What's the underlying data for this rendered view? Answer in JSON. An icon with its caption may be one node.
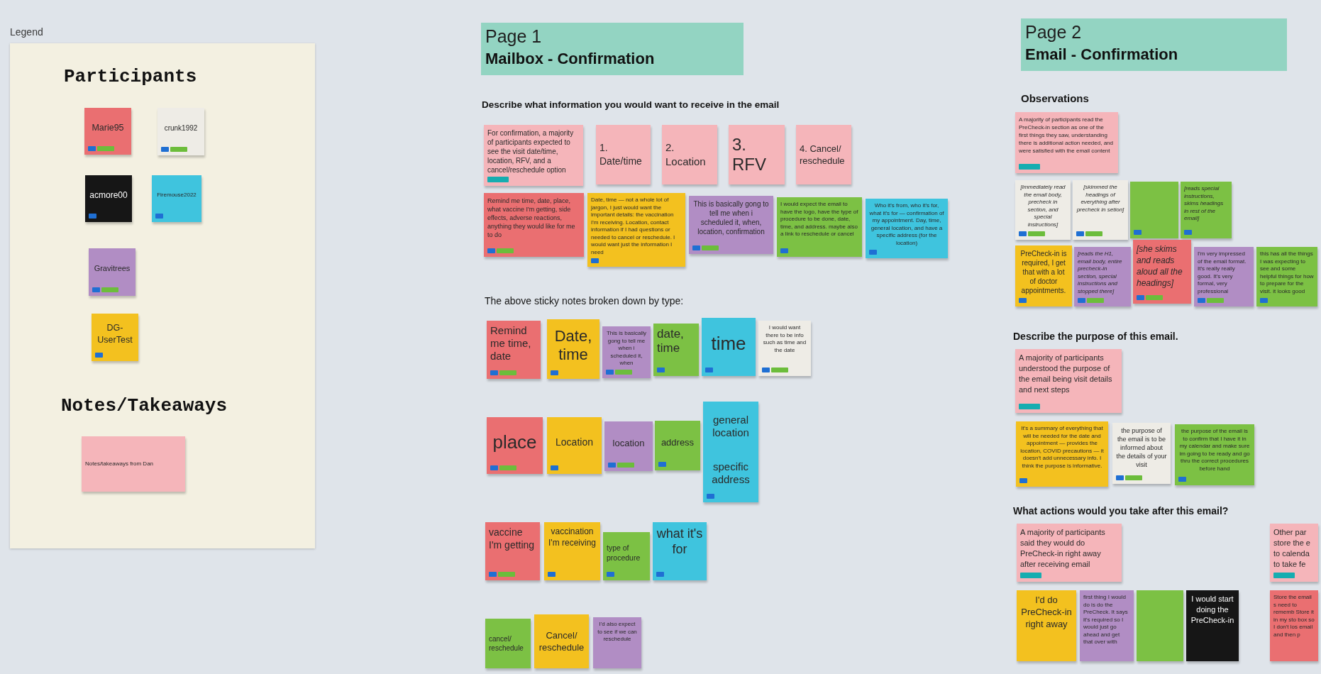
{
  "diagram": {
    "nodes": [
      {
        "text": [
          "Legend",
          "Participants",
          "Notes/Takeaways"
        ]
      },
      {
        "text": [
          "Page 1",
          "Mailbox - Confirmation"
        ]
      },
      {
        "text": [
          "For confirmation, a majority of participants expected to see the visit date/time, location, RFV, and a cancel/reschedule option"
        ]
      },
      {
        "text": [
          "1. Date/time"
        ]
      },
      {
        "text": [
          "2. Location"
        ]
      },
      {
        "text": [
          "3. RFV"
        ]
      },
      {
        "text": [
          "4. Cancel/ reschedule"
        ]
      },
      {
        "text": [
          "Remind me time, date, place, what vaccine I'm getting, side effects, adverse reactions, anything they would like for me to do"
        ]
      },
      {
        "text": [
          "Date, time — not a whole lot of jargon, I just would want the important details: the vaccination I'm receiving. Location, contact information if I had questions or needed to cancel or reschedule. I would want just the information I need"
        ]
      },
      {
        "text": [
          "This is basically gong to tell me when i scheduled it, when, location, confirmation"
        ]
      },
      {
        "text": [
          "I would expect the email to have the logo, have the type of procedure to be done, date, time, and address. maybe also a link to reschedule or cancel"
        ]
      },
      {
        "text": [
          "Who it's from, who it's for, what it's for — confirmation of my appointment. Day, time, general location, and have a specific address (for the location)"
        ]
      },
      {
        "text": [
          "Remind me time, date"
        ]
      },
      {
        "text": [
          "Date, time"
        ]
      },
      {
        "text": [
          "This is basically gong to tell me when i scheduled it, when"
        ]
      },
      {
        "text": [
          "date, time"
        ]
      },
      {
        "text": [
          "time"
        ]
      },
      {
        "text": [
          "I would want there to be info such as time and the date"
        ]
      },
      {
        "text": [
          "place"
        ]
      },
      {
        "text": [
          "Location"
        ]
      },
      {
        "text": [
          "location"
        ]
      },
      {
        "text": [
          "address"
        ]
      },
      {
        "text": [
          "general location"
        ]
      },
      {
        "text": [
          "specific address"
        ]
      },
      {
        "text": [
          "vaccine I'm getting"
        ]
      },
      {
        "text": [
          "vaccination I'm receiving"
        ]
      },
      {
        "text": [
          "type of procedure"
        ]
      },
      {
        "text": [
          "what it's for"
        ]
      },
      {
        "text": [
          "cancel/ reschedule"
        ]
      },
      {
        "text": [
          "Cancel/ reschedule"
        ]
      },
      {
        "text": [
          "I'd also expect to see if we can reschedule"
        ]
      },
      {
        "text": [
          "Page 2",
          "Email - Confirmation"
        ]
      },
      {
        "text": [
          "A majority of participants read the PreCheck-in section as one of the first things they saw, understanding there is additional action needed, and were satisfied with the email content"
        ]
      },
      {
        "text": [
          "[immediately read the email body, precheck in section, and special instructions]"
        ]
      },
      {
        "text": [
          "[skimmed the headings of everything after precheck in setion]"
        ]
      },
      {
        "text": [],
        "shape": "box"
      },
      {
        "text": [
          "[reads special instructions, skims headings in rest of the email]"
        ]
      },
      {
        "text": [
          "PreCheck-in is required, I get that with a lot of doctor appointments."
        ]
      },
      {
        "text": [
          "[reads the H1, email body, entire precheck-in section, special instructions and stopped there]"
        ]
      },
      {
        "text": [
          "[she skims and reads aloud all the headings]"
        ]
      },
      {
        "text": [
          "I'm very impressed of the email format. It's really really good. It's very formal, very professional"
        ]
      },
      {
        "text": [
          "this has all the things I was expecting to see and some helpful things for how to prepare for the visit. it looks good"
        ]
      },
      {
        "text": [
          "A majority of participants understood the purpose of the email being visit details and next steps"
        ]
      },
      {
        "text": [
          "It's a summary of everything that will be needed for the date and appointment — provides the location, COVID precautions — it doesn't add unnecessary info. I think the purpose is informative."
        ]
      },
      {
        "text": [
          "the purpose of the email is to be informed about the details of your visit"
        ]
      },
      {
        "text": [
          "the purpose of the email is to confirm that I have it in my calendar and make sure im going to be ready and go thru the correct procedures before hand"
        ]
      },
      {
        "text": [
          "A majority of participants said they would do PreCheck-in right away after receiving email"
        ]
      },
      {
        "text": [
          "Other par store the e to calenda to take fe"
        ]
      },
      {
        "text": [
          "I'd do PreCheck-in right away"
        ]
      },
      {
        "text": [
          "first thing I would do is do the PreCheck. It says it's required so I would just go ahead and get that over with"
        ]
      },
      {
        "text": [],
        "shape": "box"
      },
      {
        "text": [
          "I would start doing the PreCheck-in"
        ]
      },
      {
        "text": [
          "Store the email s need to rememb Store it in my sto box so I don't los email and then p"
        ]
      }
    ],
    "labels": [
      "Describe what information you would want to receive in the email",
      "The above sticky notes broken down by type:",
      "Observations",
      "Describe the purpose of this email.",
      "What actions would you take after this email?"
    ],
    "legend": [
      {
        "text": "Marie95",
        "color": "#ea6f71"
      },
      {
        "text": "crunk1992",
        "color": "#eeece6"
      },
      {
        "text": "acmore00",
        "color": "#161616"
      },
      {
        "text": "Firemouse2022",
        "color": "#3fc4de"
      },
      {
        "text": "Gravitrees",
        "color": "#b18dc4"
      },
      {
        "text": "DG-UserTest",
        "color": "#f3c11f"
      },
      {
        "text": "Notes/takeaways from Dan",
        "color": "#f5b5ba"
      }
    ]
  }
}
